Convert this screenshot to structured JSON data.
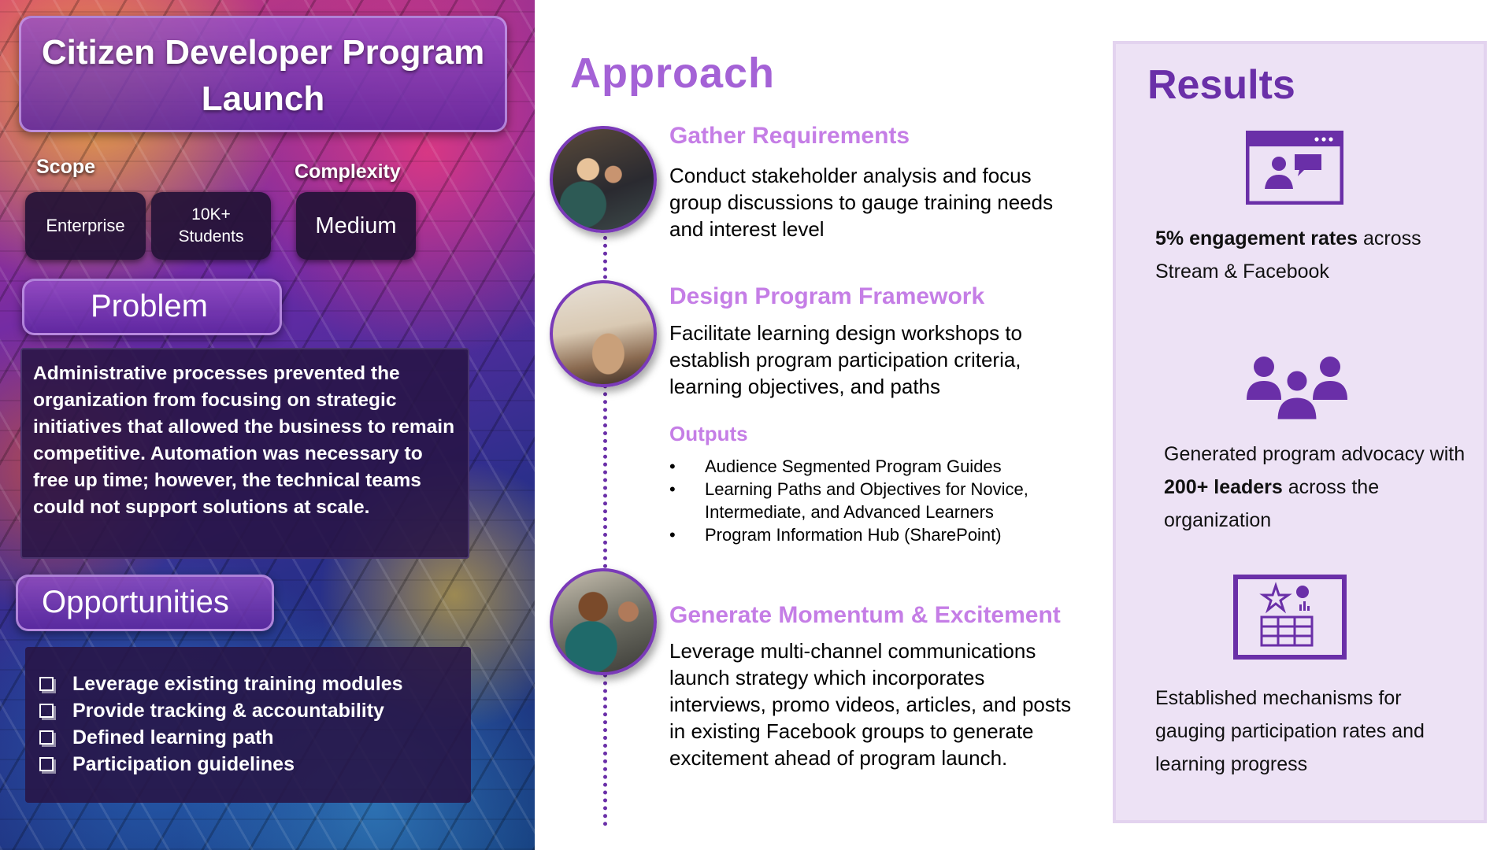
{
  "left": {
    "title": "Citizen Developer Program Launch",
    "scope_label": "Scope",
    "complexity_label": "Complexity",
    "chips": {
      "enterprise": "Enterprise",
      "students": "10K+ Students",
      "medium": "Medium"
    },
    "problem_title": "Problem",
    "problem_text": "Administrative processes prevented the organization from focusing on strategic initiatives that allowed the business to remain competitive.  Automation was necessary to free up time; however, the technical teams could not support solutions at scale.",
    "opportunities_title": "Opportunities",
    "opportunities": [
      "Leverage existing training modules",
      "Provide tracking & accountability",
      "Defined learning path",
      "Participation guidelines"
    ]
  },
  "approach": {
    "title": "Approach",
    "steps": [
      {
        "title": "Gather Requirements",
        "text": "Conduct stakeholder analysis and focus group discussions to gauge training needs and interest level"
      },
      {
        "title": "Design Program Framework",
        "text": "Facilitate learning design workshops to establish program participation criteria, learning objectives, and paths"
      },
      {
        "title": "Generate Momentum & Excitement",
        "text": "Leverage multi-channel communications launch strategy which incorporates interviews, promo videos, articles, and posts in existing Facebook groups to generate excitement ahead of program launch."
      }
    ],
    "outputs_title": "Outputs",
    "outputs": [
      "Audience Segmented Program Guides",
      "Learning Paths and Objectives for Novice, Intermediate, and Advanced Learners",
      "Program Information Hub (SharePoint)"
    ]
  },
  "results": {
    "title": "Results",
    "items": [
      {
        "icon": "video-presentation-icon",
        "bold": "5% engagement rates",
        "text": " across Stream & Facebook"
      },
      {
        "icon": "people-group-icon",
        "before": "Generated program advocacy with ",
        "bold": "200+ leaders",
        "after": " across the organization"
      },
      {
        "icon": "dashboard-report-icon",
        "text": "Established mechanisms for gauging participation rates and learning progress"
      }
    ]
  },
  "colors": {
    "accent_purple": "#6a2fa8",
    "heading_lavender": "#c57ee6",
    "approach_title": "#a462d6",
    "results_bg": "#ede2f5"
  }
}
